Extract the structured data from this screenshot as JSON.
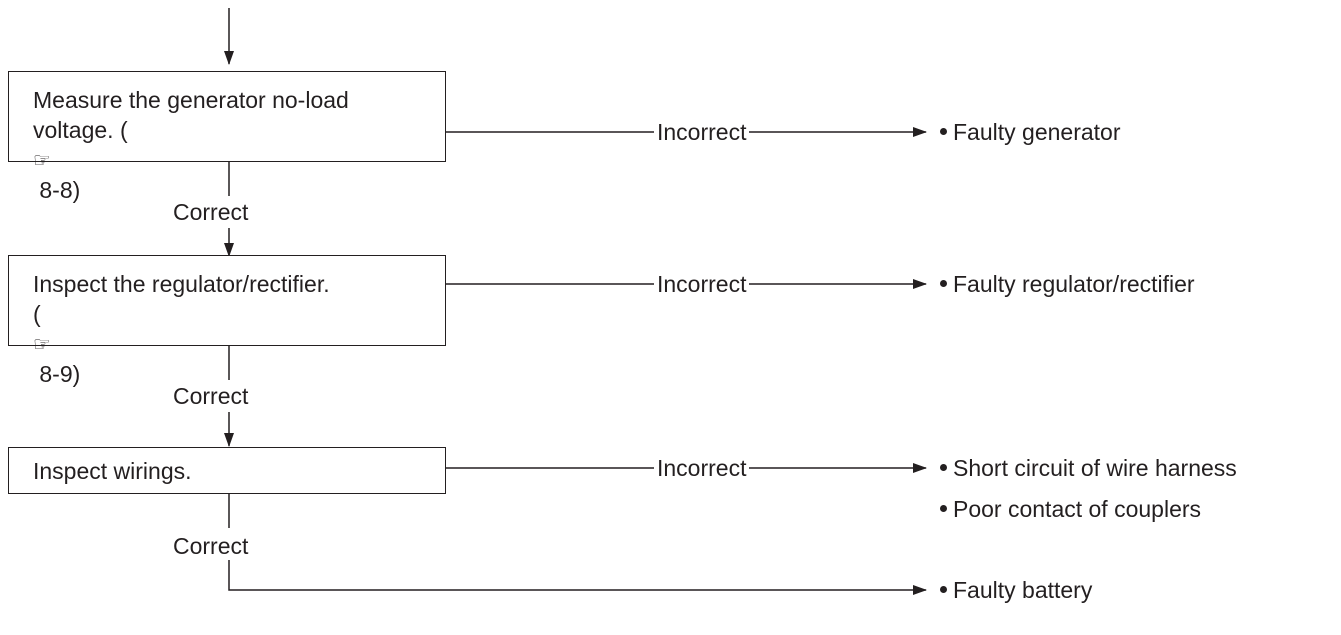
{
  "steps": [
    {
      "line1": "Measure the generator no-load",
      "line2_prefix": "voltage. (",
      "ref": "8-8",
      "line2_suffix": ")"
    },
    {
      "line1": "Inspect the regulator/rectifier.",
      "line2_prefix": "(",
      "ref": "8-9",
      "line2_suffix": ")"
    },
    {
      "line1": "Inspect wirings."
    }
  ],
  "labels": {
    "correct": "Correct",
    "incorrect": "Incorrect"
  },
  "results": [
    "Faulty generator",
    "Faulty regulator/rectifier",
    "Short circuit of wire harness",
    "Poor contact of couplers",
    "Faulty battery"
  ],
  "ref_icon": "pointing-hand-icon"
}
